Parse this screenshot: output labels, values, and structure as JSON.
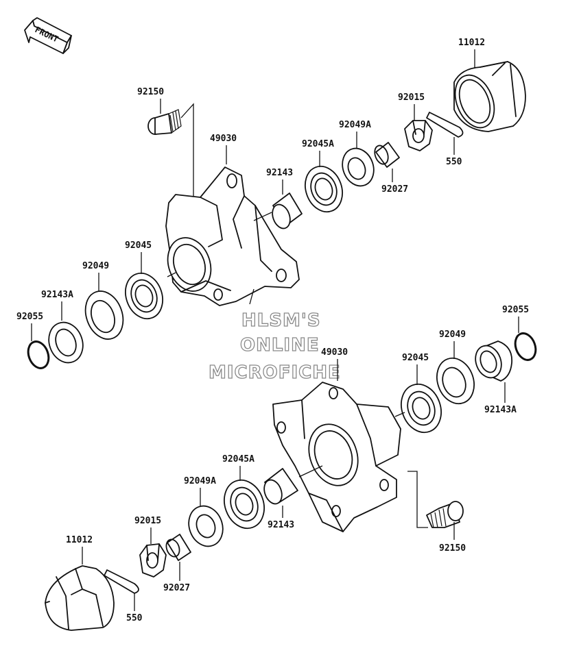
{
  "front_arrow_label": "FRONT",
  "watermark": [
    "HLSM'S",
    "ONLINE",
    "MICROFICHE"
  ],
  "upper_assembly": {
    "labels": {
      "cap": "11012",
      "bolt": "92150",
      "hub": "49030",
      "nut": "92015",
      "washer_a": "92049A",
      "bearing_a": "92045A",
      "sleeve": "92143",
      "spacer": "92027",
      "cotter_pin": "550",
      "bearing": "92045",
      "seal": "92049",
      "collar_a": "92143A",
      "oring": "92055"
    }
  },
  "lower_assembly": {
    "labels": {
      "oring": "92055",
      "seal": "92049",
      "hub": "49030",
      "bearing": "92045",
      "collar_a": "92143A",
      "bearing_a": "92045A",
      "washer_a": "92049A",
      "nut": "92015",
      "sleeve": "92143",
      "cap": "11012",
      "spacer": "92027",
      "cotter_pin": "550",
      "bolt": "92150"
    }
  }
}
